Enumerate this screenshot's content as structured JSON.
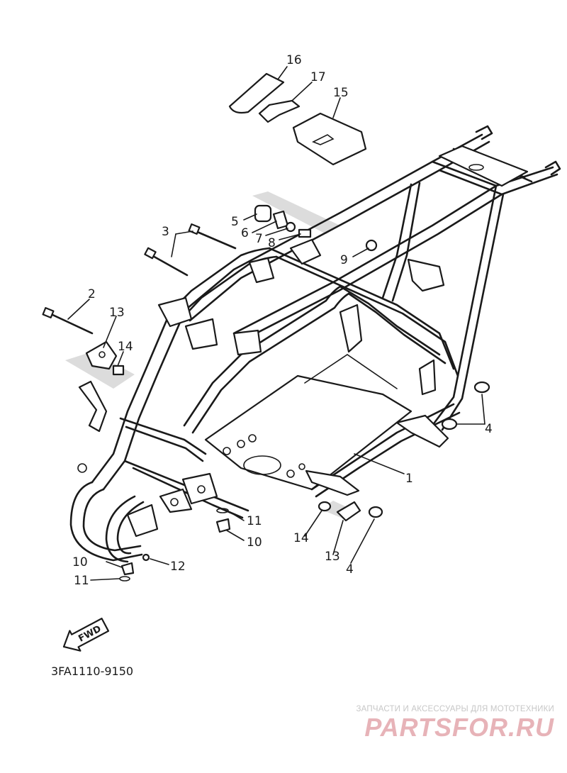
{
  "diagram": {
    "part_code": "3FA1110-9150",
    "direction_badge": "FWD",
    "callouts": [
      {
        "id": "c1",
        "label": "1"
      },
      {
        "id": "c2",
        "label": "2"
      },
      {
        "id": "c3",
        "label": "3"
      },
      {
        "id": "c4a",
        "label": "4"
      },
      {
        "id": "c4b",
        "label": "4"
      },
      {
        "id": "c5",
        "label": "5"
      },
      {
        "id": "c6",
        "label": "6"
      },
      {
        "id": "c7",
        "label": "7"
      },
      {
        "id": "c8",
        "label": "8"
      },
      {
        "id": "c9",
        "label": "9"
      },
      {
        "id": "c10a",
        "label": "10"
      },
      {
        "id": "c10b",
        "label": "10"
      },
      {
        "id": "c11a",
        "label": "11"
      },
      {
        "id": "c11b",
        "label": "11"
      },
      {
        "id": "c12",
        "label": "12"
      },
      {
        "id": "c13a",
        "label": "13"
      },
      {
        "id": "c13b",
        "label": "13"
      },
      {
        "id": "c14a",
        "label": "14"
      },
      {
        "id": "c14b",
        "label": "14"
      },
      {
        "id": "c15",
        "label": "15"
      },
      {
        "id": "c16",
        "label": "16"
      },
      {
        "id": "c17",
        "label": "17"
      }
    ]
  },
  "watermark": {
    "tagline": "ЗАПЧАСТИ И АКСЕССУАРЫ ДЛЯ МОТОТЕХНИКИ",
    "logo": "PARTSFOR.RU"
  }
}
